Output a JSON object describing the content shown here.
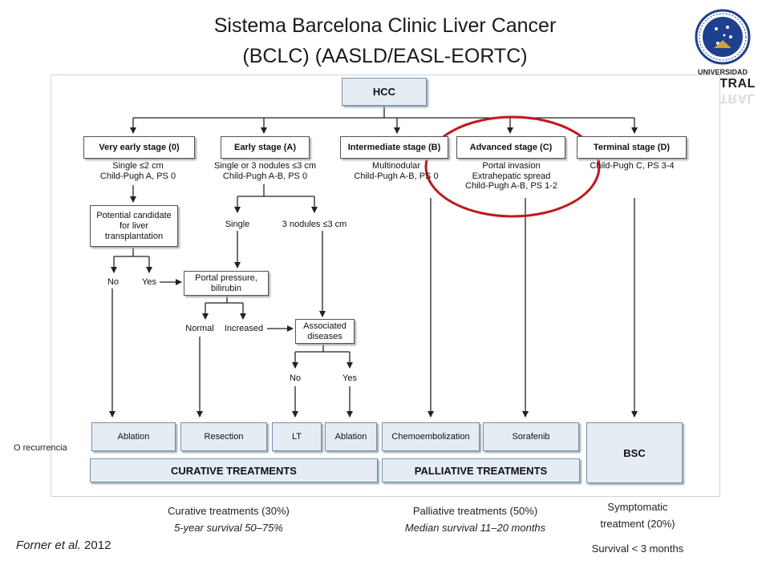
{
  "title": {
    "line1": "Sistema Barcelona Clinic Liver Cancer",
    "line2": "(BCLC) (AASLD/EASL-EORTC)"
  },
  "logo": {
    "line1": "UNIVERSIDAD",
    "line2": "AUSTRAL"
  },
  "diagram": {
    "root": "HCC",
    "stages": [
      {
        "name": "Very early stage (0)",
        "criteria": [
          "Single ≤2 cm",
          "Child-Pugh A, PS 0"
        ]
      },
      {
        "name": "Early stage (A)",
        "criteria": [
          "Single or 3 nodules ≤3 cm",
          "Child-Pugh A-B, PS 0"
        ]
      },
      {
        "name": "Intermediate stage (B)",
        "criteria": [
          "Multinodular",
          "Child-Pugh A-B, PS 0"
        ]
      },
      {
        "name": "Advanced stage (C)",
        "criteria": [
          "Portal invasion",
          "Extrahepatic spread",
          "Child-Pugh A-B, PS 1-2"
        ]
      },
      {
        "name": "Terminal stage (D)",
        "criteria": [
          "Child-Pugh C, PS 3-4"
        ]
      }
    ],
    "transplant_candidate": [
      "Potential candidate",
      "for liver",
      "transplantation"
    ],
    "no": "No",
    "yes": "Yes",
    "single": "Single",
    "three_nodules": "3 nodules ≤3 cm",
    "portal_pressure": [
      "Portal pressure,",
      "bilirubin"
    ],
    "normal": "Normal",
    "increased": "Increased",
    "associated_diseases": [
      "Associated",
      "diseases"
    ],
    "treatments": [
      "Ablation",
      "Resection",
      "LT",
      "Ablation",
      "Chemoembolization",
      "Sorafenib"
    ],
    "bsc": "BSC",
    "curative_header": "CURATIVE TREATMENTS",
    "palliative_header": "PALLIATIVE TREATMENTS"
  },
  "side_note": "O recurrencia",
  "footer": {
    "curative": {
      "line1": "Curative treatments (30%)",
      "line2": "5-year survival 50–75%"
    },
    "palliative": {
      "line1": "Palliative treatments (50%)",
      "line2": "Median survival 11–20 months"
    },
    "symptomatic": {
      "line1": "Symptomatic",
      "line2": "treatment (20%)",
      "line3": "Survival < 3 months"
    },
    "citation_author": "Forner et al.",
    "citation_year": "2012"
  },
  "colors": {
    "box_fill": "#e5ecf4",
    "highlight_circle": "#c0181f",
    "logo_blue": "#1f3f8f"
  }
}
